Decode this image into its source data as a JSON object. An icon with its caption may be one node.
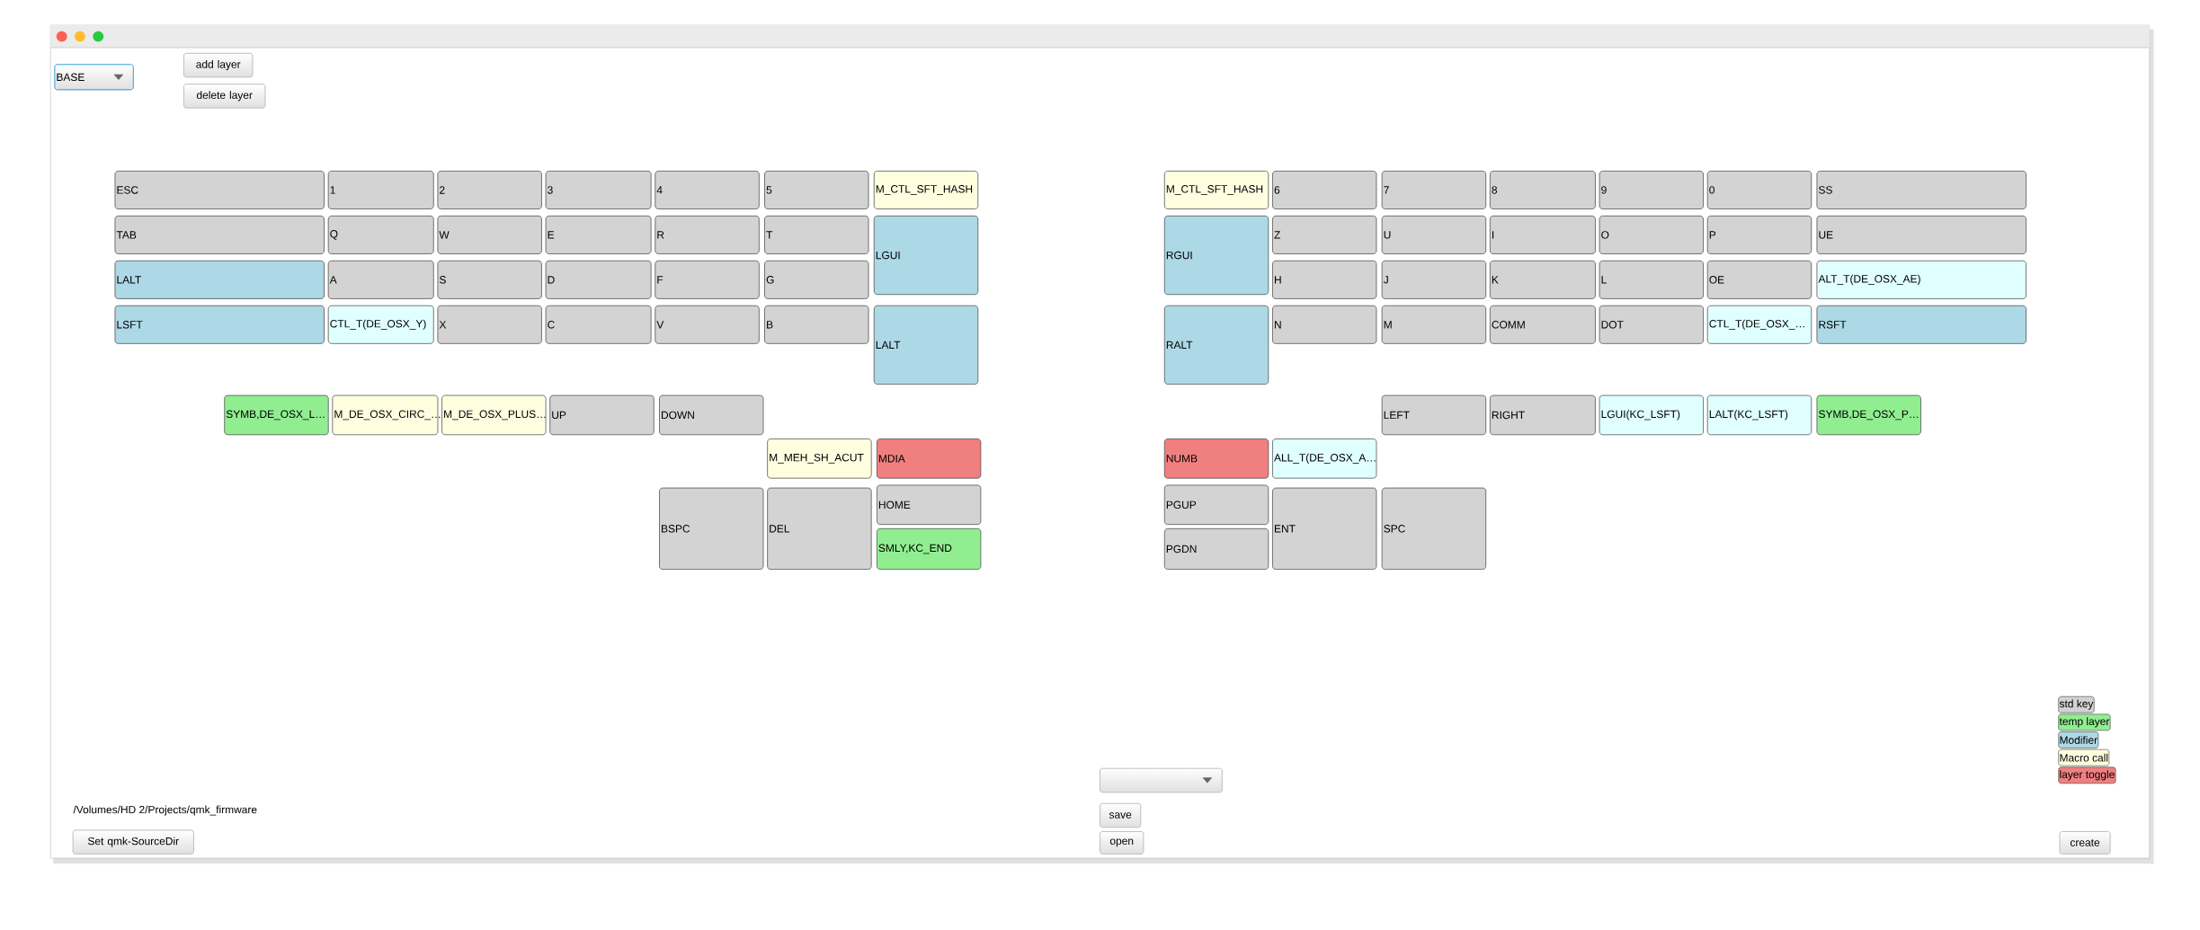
{
  "diagram": {
    "nodes": [
      {
        "text": [
          "BASE"
        ]
      },
      {
        "text": [
          "add layer"
        ]
      },
      {
        "text": [
          "delete layer"
        ]
      },
      {
        "text": [
          "ESC"
        ]
      },
      {
        "text": [
          "1"
        ]
      },
      {
        "text": [
          "2"
        ]
      },
      {
        "text": [
          "3"
        ]
      },
      {
        "text": [
          "4"
        ]
      },
      {
        "text": [
          "5"
        ]
      },
      {
        "text": [
          "M_CTL_SFT_HASH"
        ]
      },
      {
        "text": [
          "TAB"
        ]
      },
      {
        "text": [
          "Q"
        ]
      },
      {
        "text": [
          "W"
        ]
      },
      {
        "text": [
          "E"
        ]
      },
      {
        "text": [
          "R"
        ]
      },
      {
        "text": [
          "T"
        ]
      },
      {
        "text": [
          "LGUI"
        ]
      },
      {
        "text": [
          "LALT"
        ]
      },
      {
        "text": [
          "A"
        ]
      },
      {
        "text": [
          "S"
        ]
      },
      {
        "text": [
          "D"
        ]
      },
      {
        "text": [
          "F"
        ]
      },
      {
        "text": [
          "G"
        ]
      },
      {
        "text": [
          "LSFT"
        ]
      },
      {
        "text": [
          "CTL_T(DE_OSX_Y)"
        ]
      },
      {
        "text": [
          "X"
        ]
      },
      {
        "text": [
          "C"
        ]
      },
      {
        "text": [
          "V"
        ]
      },
      {
        "text": [
          "B"
        ]
      },
      {
        "text": [
          "LALT"
        ]
      },
      {
        "text": [
          "SYMB,DE_OSX_L…"
        ]
      },
      {
        "text": [
          "M_DE_OSX_CIRC_…"
        ]
      },
      {
        "text": [
          "M_DE_OSX_PLUS…"
        ]
      },
      {
        "text": [
          "UP"
        ]
      },
      {
        "text": [
          "DOWN"
        ]
      },
      {
        "text": [
          "M_MEH_SH_ACUT"
        ]
      },
      {
        "text": [
          "MDIA"
        ]
      },
      {
        "text": [
          "BSPC"
        ]
      },
      {
        "text": [
          "DEL"
        ]
      },
      {
        "text": [
          "HOME"
        ]
      },
      {
        "text": [
          "SMLY,KC_END"
        ]
      },
      {
        "text": [
          "M_CTL_SFT_HASH"
        ]
      },
      {
        "text": [
          "6"
        ]
      },
      {
        "text": [
          "7"
        ]
      },
      {
        "text": [
          "8"
        ]
      },
      {
        "text": [
          "9"
        ]
      },
      {
        "text": [
          "0"
        ]
      },
      {
        "text": [
          "SS"
        ]
      },
      {
        "text": [
          "RGUI"
        ]
      },
      {
        "text": [
          "Z"
        ]
      },
      {
        "text": [
          "U"
        ]
      },
      {
        "text": [
          "I"
        ]
      },
      {
        "text": [
          "O"
        ]
      },
      {
        "text": [
          "P"
        ]
      },
      {
        "text": [
          "UE"
        ]
      },
      {
        "text": [
          "H"
        ]
      },
      {
        "text": [
          "J"
        ]
      },
      {
        "text": [
          "K"
        ]
      },
      {
        "text": [
          "L"
        ]
      },
      {
        "text": [
          "OE"
        ]
      },
      {
        "text": [
          "ALT_T(DE_OSX_AE)"
        ]
      },
      {
        "text": [
          "RALT"
        ]
      },
      {
        "text": [
          "N"
        ]
      },
      {
        "text": [
          "M"
        ]
      },
      {
        "text": [
          "COMM"
        ]
      },
      {
        "text": [
          "DOT"
        ]
      },
      {
        "text": [
          "CTL_T(DE_OSX_…"
        ]
      },
      {
        "text": [
          "RSFT"
        ]
      },
      {
        "text": [
          "LEFT"
        ]
      },
      {
        "text": [
          "RIGHT"
        ]
      },
      {
        "text": [
          "LGUI(KC_LSFT)"
        ]
      },
      {
        "text": [
          "LALT(KC_LSFT)"
        ]
      },
      {
        "text": [
          "SYMB,DE_OSX_P…"
        ]
      },
      {
        "text": [
          "NUMB"
        ]
      },
      {
        "text": [
          "ALL_T(DE_OSX_A…"
        ]
      },
      {
        "text": [
          "PGUP"
        ]
      },
      {
        "text": [
          "ENT"
        ]
      },
      {
        "text": [
          "SPC"
        ]
      },
      {
        "text": [
          "PGDN"
        ]
      },
      {
        "text": [
          "Set qmk-SourceDir"
        ]
      },
      {
        "text": [],
        "shape": "box"
      },
      {
        "text": [
          "save"
        ]
      },
      {
        "text": [
          "open"
        ]
      },
      {
        "text": [
          "create"
        ]
      }
    ],
    "labels": [
      "/Volumes/HD 2/Projects/qmk_firmware"
    ],
    "legend": [
      {
        "text": "std key",
        "color": "#d3d3d3"
      },
      {
        "text": "temp layer",
        "color": "#90ee90"
      },
      {
        "text": "Modifier",
        "color": "#add8e6"
      },
      {
        "text": "Macro call",
        "color": "#ffffe0"
      },
      {
        "text": "layer toggle",
        "color": "#f08080"
      }
    ]
  }
}
